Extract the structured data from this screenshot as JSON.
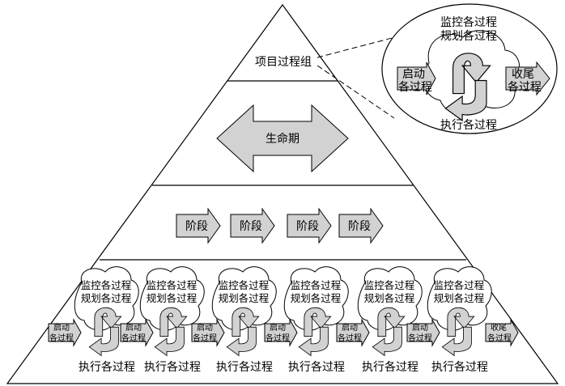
{
  "levels": {
    "top_label": "项目过程组",
    "lifecycle_label": "生命期",
    "phases": [
      "阶段",
      "阶段",
      "阶段",
      "阶段"
    ]
  },
  "process_group": {
    "monitor": "监控各过程",
    "plan": "规划各过程",
    "initiate_line1": "启动",
    "initiate_line2": "各过程",
    "execute": "执行各过程",
    "close_line1": "收尾",
    "close_line2": "各过程"
  },
  "colors": {
    "fill": "#d2d2d2",
    "stroke": "#000000"
  }
}
